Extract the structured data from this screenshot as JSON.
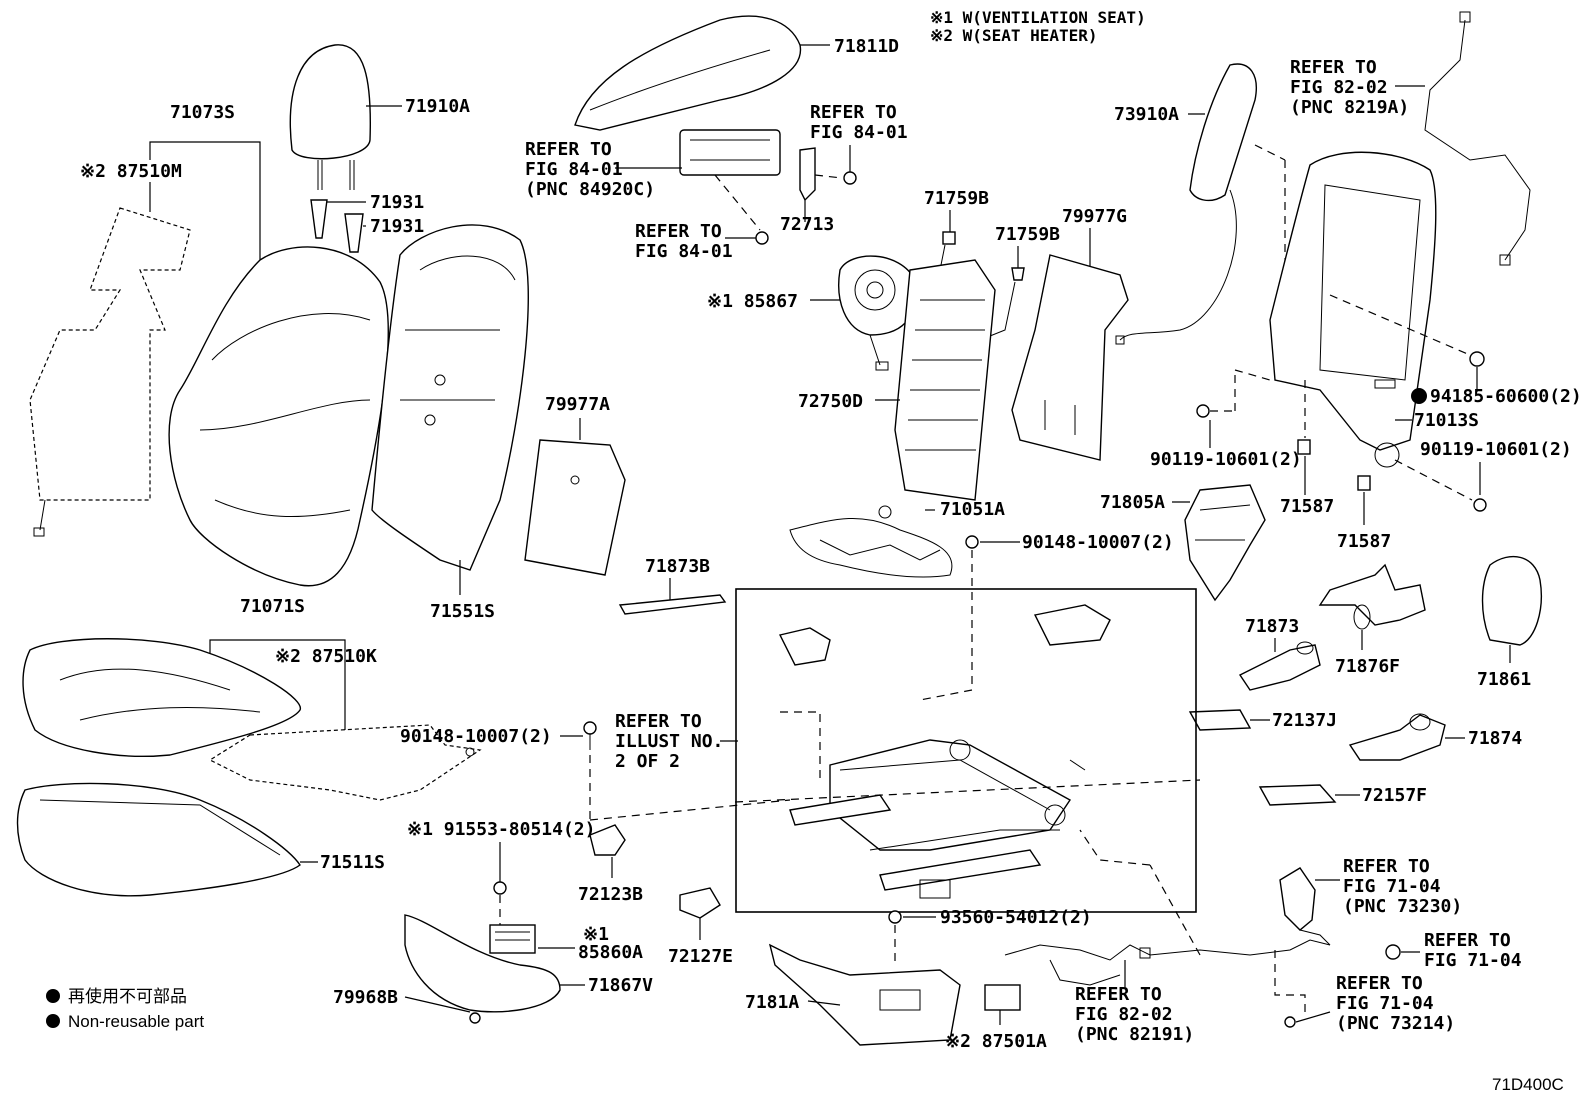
{
  "notes": {
    "n1": "※1 W(VENTILATION SEAT)",
    "n2": "※2 W(SEAT HEATER)"
  },
  "labels": {
    "p71811D": "71811D",
    "p71910A": "71910A",
    "p71073S": "71073S",
    "p87510M": "※2 87510M",
    "p71931a": "71931",
    "p71931b": "71931",
    "ref_84_01_a": [
      "REFER TO",
      "FIG 84-01"
    ],
    "ref_84920C": [
      "REFER TO",
      "FIG 84-01",
      "(PNC 84920C)"
    ],
    "ref_84_01_b": [
      "REFER TO",
      "FIG 84-01"
    ],
    "p72713": "72713",
    "p71759B_a": "71759B",
    "p71759B_b": "71759B",
    "p79977G": "79977G",
    "p85867": "※1 85867",
    "p72750D": "72750D",
    "p79977A": "79977A",
    "p71551S": "71551S",
    "p73910A": "73910A",
    "ref_8219A": [
      "REFER TO",
      "FIG 82-02",
      "(PNC 8219A)"
    ],
    "p94185": "94185-60600(2)",
    "p71013S": "71013S",
    "p90119_a": "90119-10601(2)",
    "p90119_b": "90119-10601(2)",
    "p71587_a": "71587",
    "p71587_b": "71587",
    "p71805A": "71805A",
    "p71051A": "71051A",
    "p90148_a": "90148-10007(2)",
    "p71873B": "71873B",
    "p71071S": "71071S",
    "p87510K": "※2 87510K",
    "p90148_b": "90148-10007(2)",
    "ref_illust": [
      "REFER TO",
      "ILLUST NO.",
      "2 OF 2"
    ],
    "p71873": "71873",
    "p71876F": "71876F",
    "p71861": "71861",
    "p72137J": "72137J",
    "p71874": "71874",
    "p72157F": "72157F",
    "p71511S": "71511S",
    "p91553": "※1 91553-80514(2)",
    "p72123B": "72123B",
    "p85860A_mark": "※1",
    "p85860A": "85860A",
    "p72127E": "72127E",
    "p93560": "93560-54012(2)",
    "ref_73230": [
      "REFER TO",
      "FIG 71-04",
      "(PNC 73230)"
    ],
    "ref_71_04": [
      "REFER TO",
      "FIG 71-04"
    ],
    "ref_73214": [
      "REFER TO",
      "FIG 71-04",
      "(PNC 73214)"
    ],
    "ref_82191": [
      "REFER TO",
      "FIG 82-02",
      "(PNC 82191)"
    ],
    "p79968B": "79968B",
    "p71867V": "71867V",
    "p7181A": "7181A",
    "p87501A": "※2 87501A"
  },
  "legend": {
    "jp": "再使用不可部品",
    "en": "Non-reusable part"
  },
  "figure_code": "71D400C"
}
